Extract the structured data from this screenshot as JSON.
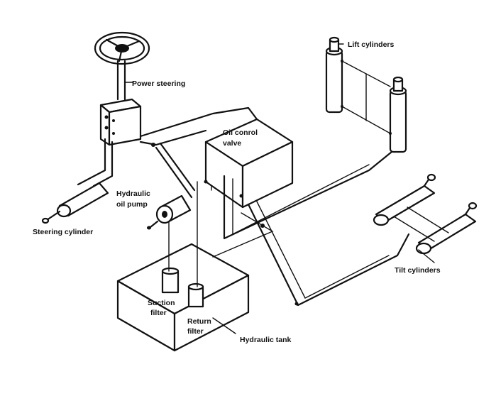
{
  "labels": {
    "power_steering": "Power steering",
    "oil_control_valve_line1": "Oil conrol",
    "oil_control_valve_line2": "valve",
    "lift_cylinders": "Lift cylinders",
    "hydraulic_oil_pump_line1": "Hydraulic",
    "hydraulic_oil_pump_line2": "oil pump",
    "steering_cylinder": "Steering cylinder",
    "tilt_cylinders": "Tilt cylinders",
    "suction_filter_line1": "Suction",
    "suction_filter_line2": "filter",
    "return_filter_line1": "Return",
    "return_filter_line2": "filter",
    "hydraulic_tank": "Hydraulic tank"
  },
  "colors": {
    "ink": "#111111",
    "paper": "#ffffff"
  }
}
